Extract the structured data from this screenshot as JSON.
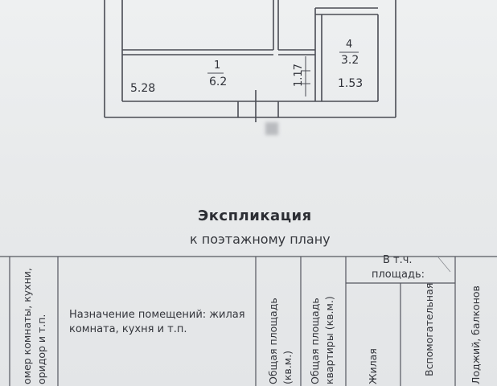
{
  "plan": {
    "room_1": {
      "number": "1",
      "area": "6.2",
      "length": "5.28",
      "width": "1.17"
    },
    "room_4": {
      "number": "4",
      "area": "3.2",
      "width": "1.53"
    }
  },
  "explication": {
    "title": "Экспликация",
    "subtitle": "к поэтажному плану"
  },
  "table": {
    "col_room_number_line1": "омер комнаты, кухни,",
    "col_room_number_line2": "оридор и т.п.",
    "col_purpose_line1": "Назначение помещений: жилая",
    "col_purpose_line2": "комната, кухня и т.п.",
    "col_total_area_line1": "Общая площадь",
    "col_total_area_line2": "(кв.м.)",
    "col_apartment_area_line1": "Общая площадь",
    "col_apartment_area_line2": "квартиры (кв.м.)",
    "group_header_line1": "В т.ч.",
    "group_header_line2": "площадь:",
    "col_living": "Жилая",
    "col_auxiliary": "Вспомогательная",
    "col_loggia": "Лоджий, балконов"
  },
  "colors": {
    "ink": "#2f3138",
    "paper": "#e9ebec"
  }
}
